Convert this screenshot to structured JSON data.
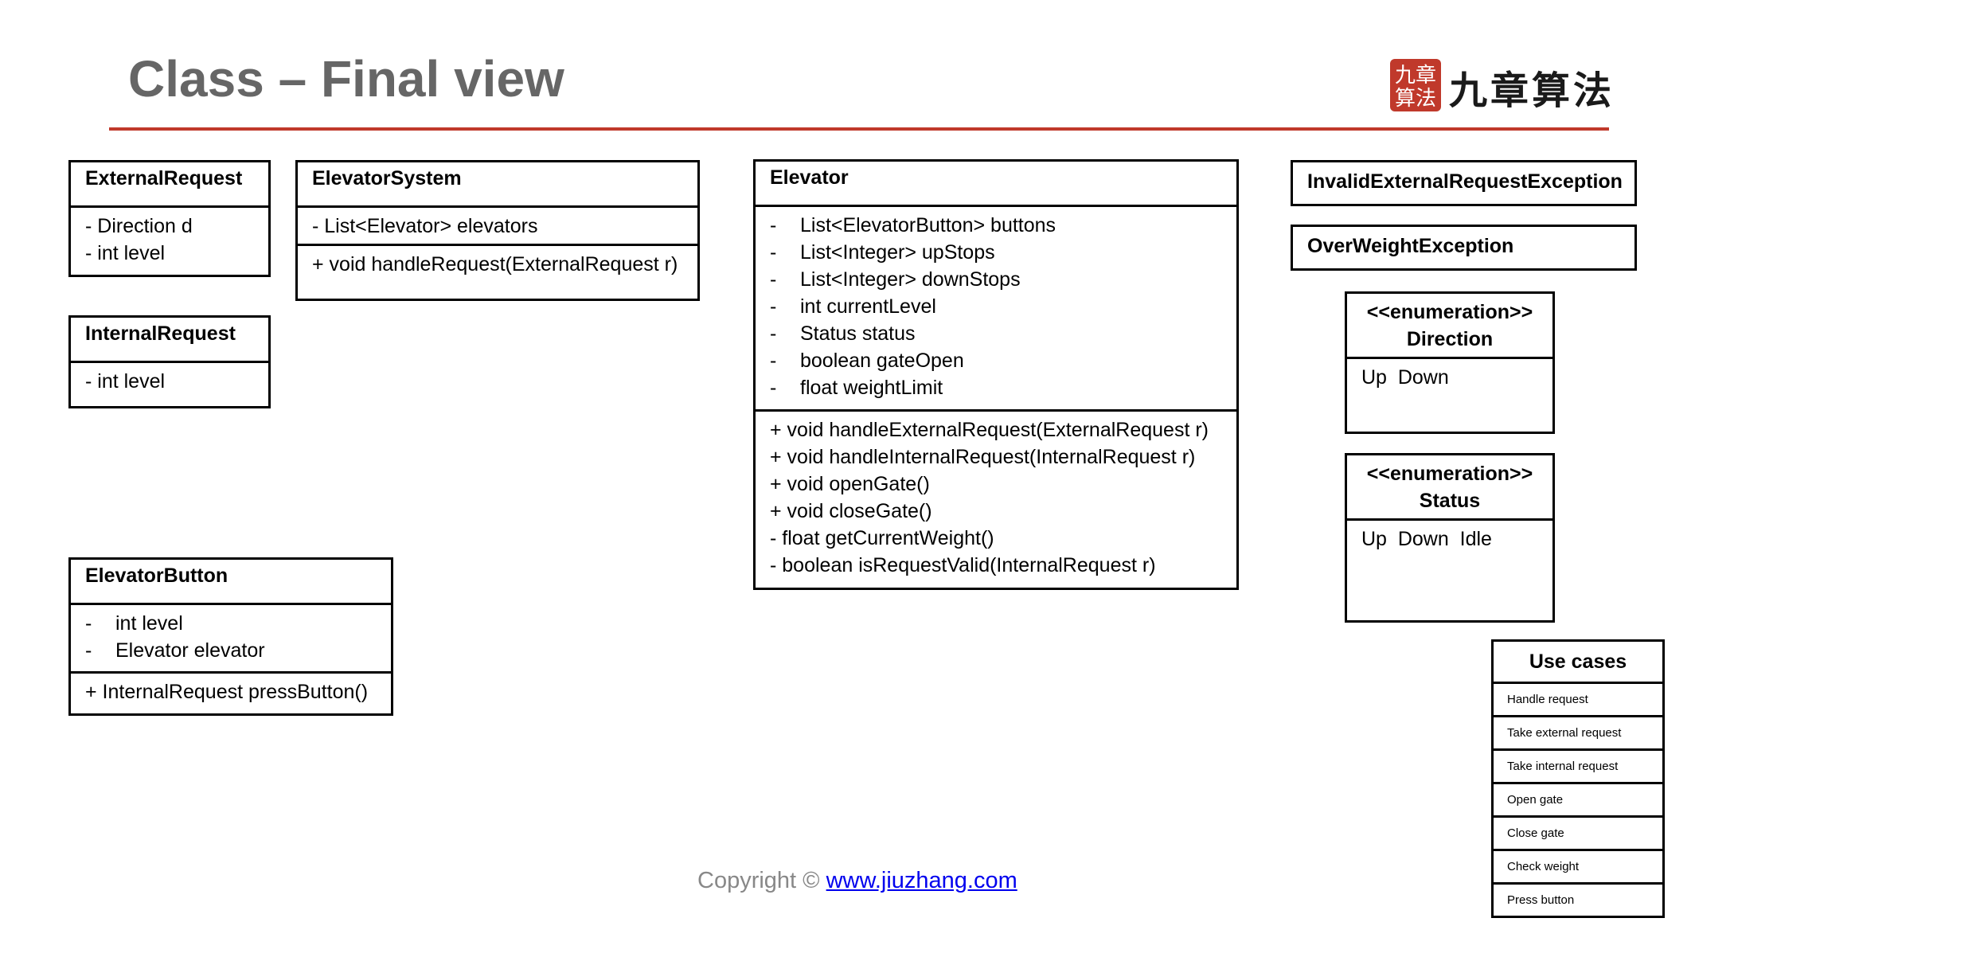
{
  "slide": {
    "title": "Class – Final view"
  },
  "logo": {
    "seal_text": "九章算法",
    "text": "九章算法"
  },
  "classes": {
    "external_request": {
      "name": "ExternalRequest",
      "attributes": [
        "- Direction d",
        "- int level"
      ]
    },
    "internal_request": {
      "name": "InternalRequest",
      "attributes": [
        "- int level"
      ]
    },
    "elevator_system": {
      "name": "ElevatorSystem",
      "attributes": [
        "- List<Elevator> elevators"
      ],
      "methods": [
        "+ void handleRequest(ExternalRequest r)"
      ]
    },
    "elevator": {
      "name": "Elevator",
      "attributes": [
        "List<ElevatorButton> buttons",
        "List<Integer> upStops",
        "List<Integer> downStops",
        "int currentLevel",
        "Status status",
        "boolean gateOpen",
        "float weightLimit"
      ],
      "methods": [
        "+ void handleExternalRequest(ExternalRequest r)",
        "+ void handleInternalRequest(InternalRequest r)",
        "+ void openGate()",
        "+ void closeGate()",
        "- float getCurrentWeight()",
        "- boolean isRequestValid(InternalRequest r)"
      ]
    },
    "elevator_button": {
      "name": "ElevatorButton",
      "attributes": [
        "int level",
        "Elevator elevator"
      ],
      "methods": [
        "+ InternalRequest pressButton()"
      ]
    },
    "invalid_external_request_exception": {
      "name": "InvalidExternalRequestException"
    },
    "overweight_exception": {
      "name": "OverWeightException"
    },
    "direction_enum": {
      "stereotype": "<<enumeration>>",
      "name": "Direction",
      "values": "Up  Down"
    },
    "status_enum": {
      "stereotype": "<<enumeration>>",
      "name": "Status",
      "values": "Up  Down  Idle"
    }
  },
  "use_cases": {
    "title": "Use cases",
    "items": [
      "Handle request",
      "Take external request",
      "Take internal request",
      "Open gate",
      "Close gate",
      "Check weight",
      "Press button"
    ]
  },
  "footer": {
    "copyright": "Copyright © ",
    "link": "www.jiuzhang.com"
  },
  "colors": {
    "rule": "#c0392b",
    "title": "#666666",
    "footer": "#888888",
    "link": "#0000ee",
    "seal": "#c0392b"
  }
}
